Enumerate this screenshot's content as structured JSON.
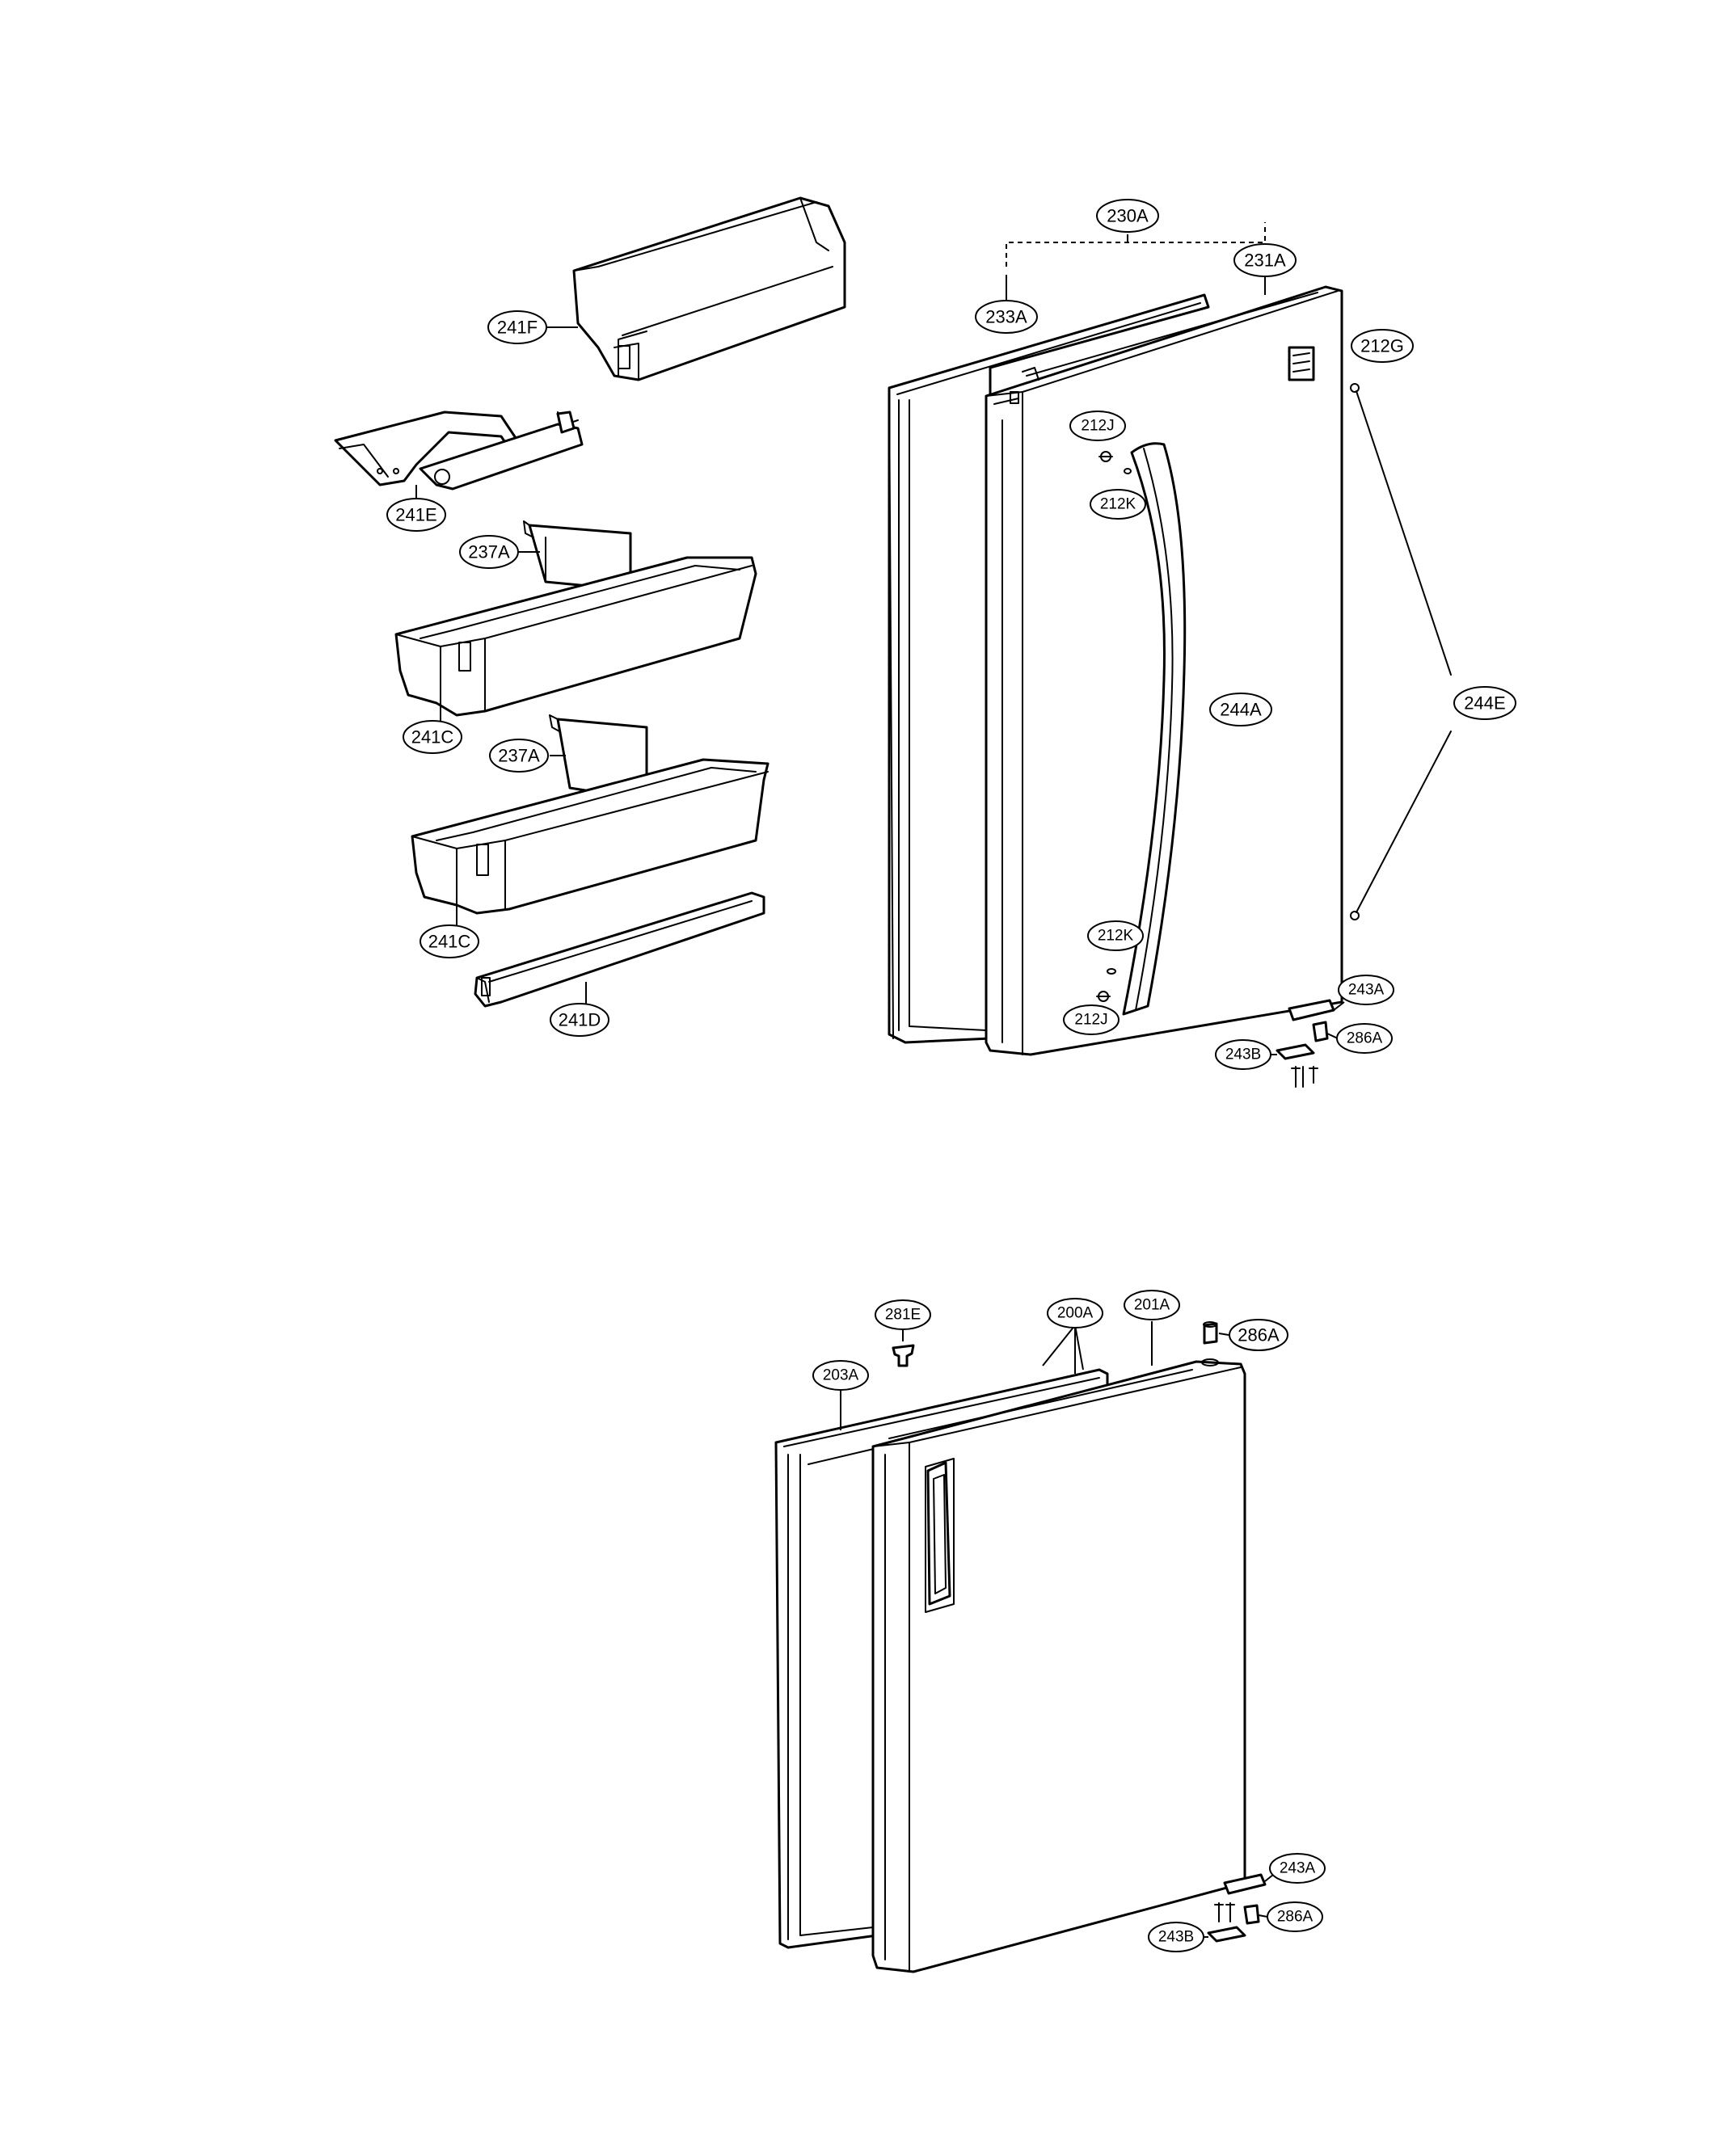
{
  "callouts": {
    "c230A": "230A",
    "c231A": "231A",
    "c233A": "233A",
    "c212G": "212G",
    "c212J_top": "212J",
    "c212K_top": "212K",
    "c244A": "244A",
    "c244E": "244E",
    "c212K_bottom": "212K",
    "c212J_bottom": "212J",
    "c243A_top": "243A",
    "c286A_top": "286A",
    "c243B_top": "243B",
    "c241F": "241F",
    "c241E": "241E",
    "c237A_1": "237A",
    "c241C_1": "241C",
    "c237A_2": "237A",
    "c241C_2": "241C",
    "c241D": "241D",
    "c281E": "281E",
    "c200A": "200A",
    "c201A": "201A",
    "c286A_fz": "286A",
    "c203A": "203A",
    "c243A_fz": "243A",
    "c286A_fz2": "286A",
    "c243B_fz": "243B"
  }
}
